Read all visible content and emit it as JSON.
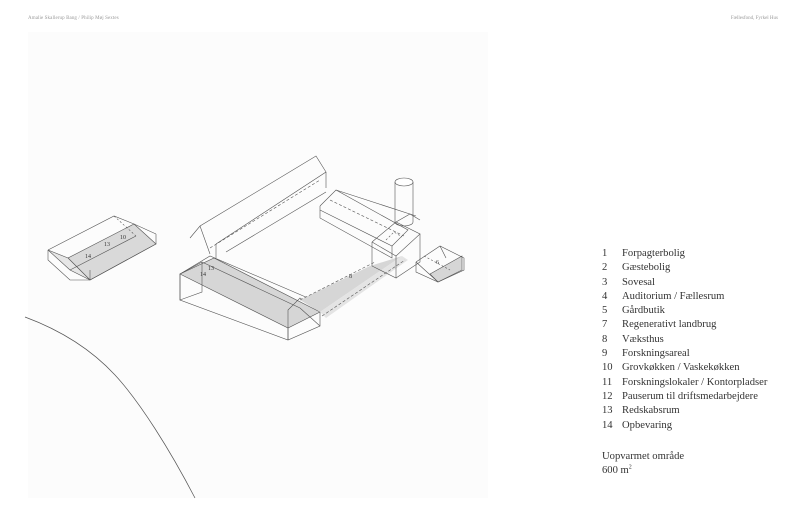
{
  "header": {
    "authors": "Amalie Skallerup Bang  /  Philip Møj Sextes",
    "right_title": "Fællesfond, Fyrkel Hus"
  },
  "legend": {
    "items": [
      {
        "number": "1",
        "label": "Forpagterbolig"
      },
      {
        "number": "2",
        "label": "Gæstebolig"
      },
      {
        "number": "3",
        "label": "Sovesal"
      },
      {
        "number": "4",
        "label": "Auditorium / Fællesrum"
      },
      {
        "number": "5",
        "label": "Gårdbutik"
      },
      {
        "number": "7",
        "label": "Regenerativt landbrug"
      },
      {
        "number": "8",
        "label": "Væksthus"
      },
      {
        "number": "9",
        "label": "Forskningsareal"
      },
      {
        "number": "10",
        "label": "Grovkøkken / Vaskekøkken"
      },
      {
        "number": "11",
        "label": "Forskningslokaler / Kontorpladser"
      },
      {
        "number": "12",
        "label": "Pauserum til driftsmedarbejdere"
      },
      {
        "number": "13",
        "label": "Redskabsrum"
      },
      {
        "number": "14",
        "label": "Opbevaring"
      }
    ]
  },
  "area": {
    "title": "Uopvarmet område",
    "value": "600 m",
    "unit_sup": "2"
  },
  "diagram_labels": {
    "l14a": "14",
    "l13a": "13",
    "l10": "10",
    "l13b": "13",
    "l14b": "14",
    "l8": "8",
    "l6": "6"
  },
  "colors": {
    "line": "#555555",
    "fill": "#d6d6d6",
    "dashed": "#666666"
  }
}
